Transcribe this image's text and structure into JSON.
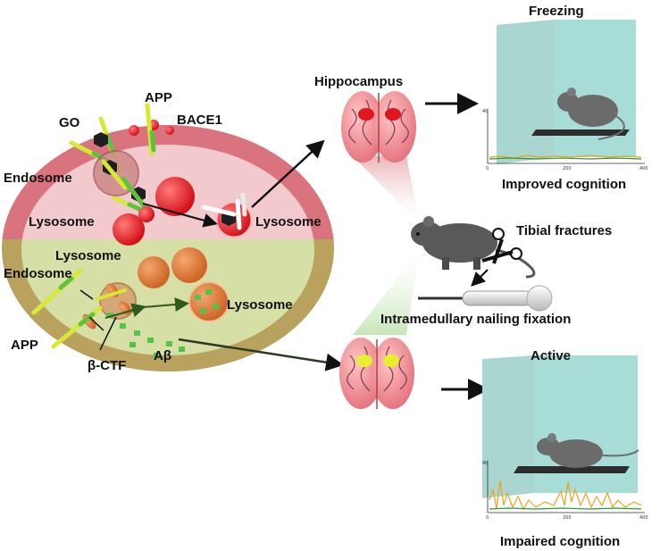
{
  "labels": {
    "go": "GO",
    "app_top": "APP",
    "bace1": "BACE1",
    "endosome_top": "Endosome",
    "lysosome_left": "Lysosome",
    "lysosome_mid": "Lysosome",
    "lysosome_lower_top": "Lysosome",
    "endosome_lower": "Endosome",
    "lysosome_lower_right": "Lysosome",
    "app_bottom": "APP",
    "beta_ctf": "β-CTF",
    "abeta": "Aβ",
    "hippocampus": "Hippocampus",
    "freezing": "Freezing",
    "improved_cognition": "Improved cognition",
    "tibial_fractures": "Tibial fractures",
    "nailing_fixation": "Intramedullary nailing fixation",
    "active": "Active",
    "impaired_cognition": "Impaired cognition"
  },
  "charts": {
    "top": {
      "y_tick": "40",
      "x_ticks": [
        "0",
        "200",
        "400"
      ]
    },
    "bottom": {
      "y_tick": "40",
      "x_ticks": [
        "0",
        "200",
        "400"
      ]
    }
  },
  "colors": {
    "cell_top": "#f2c9cc",
    "cell_ring_top": "#d9737d",
    "cell_bottom": "#d6dfa5",
    "cell_ring_bottom": "#b9a25e",
    "brain": "#f0a0a0",
    "lysosome_red": "#e01e25",
    "lysosome_orange": "#e07a3a",
    "app_yellow": "#d8e836",
    "app_green": "#5cc33a",
    "chamber": "#9fd8d2",
    "trace_orange": "#f0a020",
    "trace_green": "#2a9a3a"
  }
}
